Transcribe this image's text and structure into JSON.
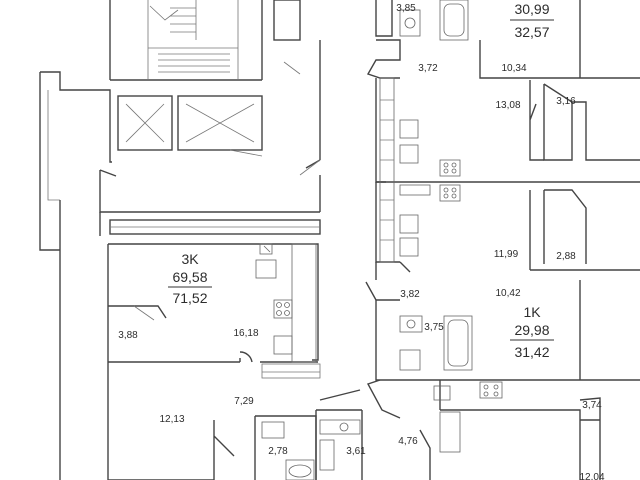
{
  "plan": {
    "apartment_3k": {
      "code": "3K",
      "living_area": "69,58",
      "total_area": "71,52",
      "rooms": [
        "16,18",
        "3,88",
        "7,29",
        "12,13",
        "2,78",
        "3,61",
        "4,76"
      ]
    },
    "apartment_1k_lower": {
      "code": "1K",
      "living_area": "29,98",
      "total_area": "31,42",
      "rooms": [
        "3,82",
        "3,75",
        "10,42"
      ]
    },
    "apartment_top": {
      "living_area": "30,99",
      "total_area": "32,57",
      "rooms": [
        "3,85",
        "3,72",
        "10,34"
      ]
    },
    "apartment_right_mid": {
      "rooms": [
        "13,08",
        "3,16",
        "11,99",
        "2,88"
      ]
    },
    "apartment_bottom_right": {
      "rooms": [
        "3,74",
        "12,04"
      ]
    }
  }
}
